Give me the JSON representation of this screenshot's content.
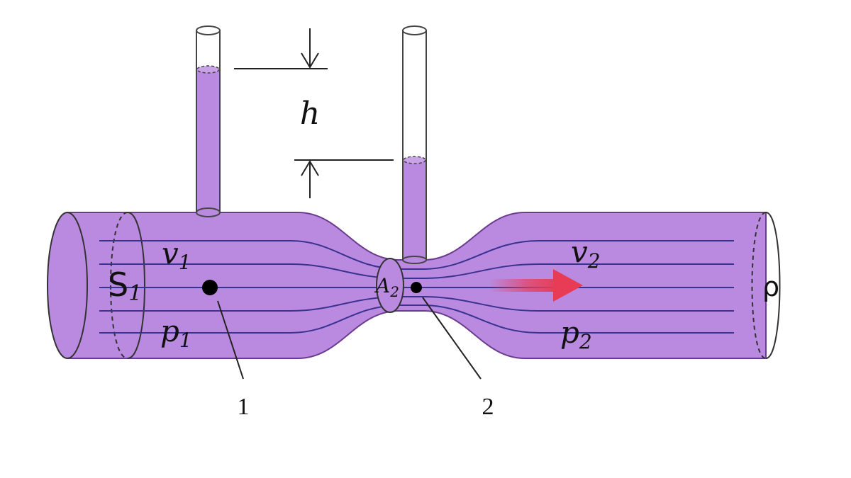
{
  "labels": {
    "height": "h",
    "area_1_base": "S",
    "area_1_sub": "1",
    "velocity_1_base": "v",
    "velocity_1_sub": "1",
    "pressure_1_base": "p",
    "pressure_1_sub": "1",
    "area_2_base": "A",
    "area_2_sub": "2",
    "velocity_2_base": "v",
    "velocity_2_sub": "2",
    "pressure_2_base": "p",
    "pressure_2_sub": "2",
    "density": "ρ",
    "point_1": "1",
    "point_2": "2"
  },
  "colors": {
    "fluid": "#b98ae0",
    "fluid_edge": "#6b3c8e",
    "streamline": "#3a3290",
    "arrow": "#e83b55",
    "glass": "#ffffff"
  }
}
